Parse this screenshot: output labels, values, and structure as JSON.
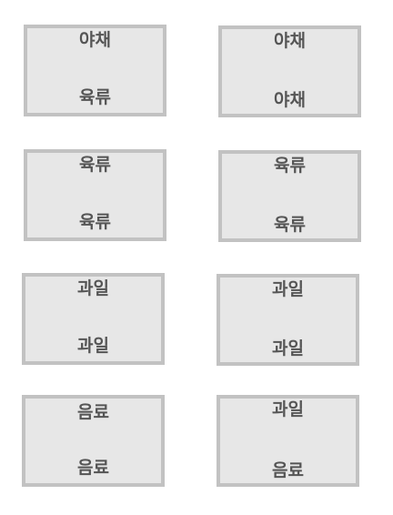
{
  "cards": [
    {
      "top": "야채",
      "bottom": "육류"
    },
    {
      "top": "야채",
      "bottom": "야채"
    },
    {
      "top": "육류",
      "bottom": "육류"
    },
    {
      "top": "육류",
      "bottom": "육류"
    },
    {
      "top": "과일",
      "bottom": "과일"
    },
    {
      "top": "과일",
      "bottom": "과일"
    },
    {
      "top": "음료",
      "bottom": "음료"
    },
    {
      "top": "과일",
      "bottom": "음료"
    }
  ]
}
